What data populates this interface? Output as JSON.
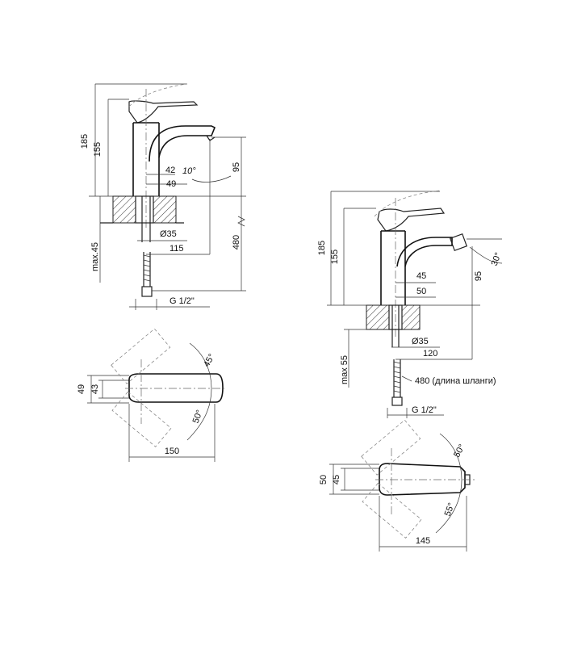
{
  "faucet_basin": {
    "dims": {
      "h185": "185",
      "h155": "155",
      "d42": "42",
      "angle10": "10°",
      "d49": "49",
      "h95": "95",
      "dia35": "Ø35",
      "d115": "115",
      "h480": "480",
      "max45": "max.45",
      "thread": "G 1/2\""
    },
    "top_view": {
      "d49": "49",
      "d43": "43",
      "angle45": "45°",
      "angle50": "50°",
      "d150": "150"
    }
  },
  "faucet_bidet": {
    "dims": {
      "h185": "185",
      "h155": "155",
      "angle30": "30°",
      "d45": "45",
      "d50": "50",
      "h95": "95",
      "dia35": "Ø35",
      "d120": "120",
      "max55": "max 55",
      "hose": "480 (длина шланги)",
      "thread": "G 1/2\""
    },
    "top_view": {
      "d50": "50",
      "d45": "45",
      "angle50": "50°",
      "angle55": "55°",
      "d145": "145"
    }
  }
}
